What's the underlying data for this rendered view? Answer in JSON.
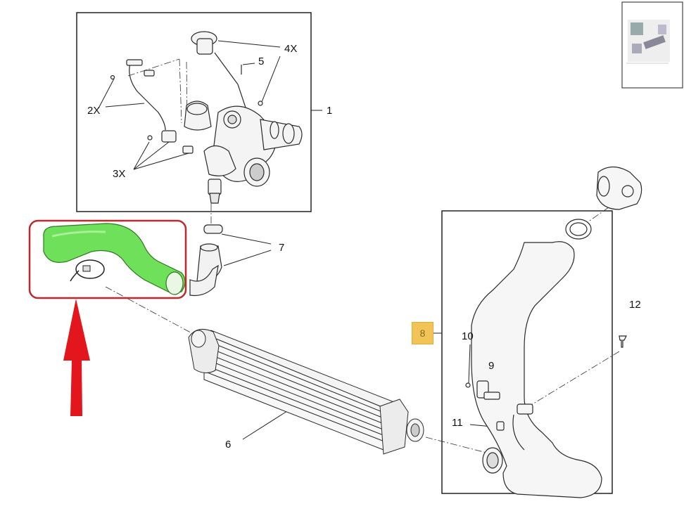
{
  "diagram": {
    "callouts": {
      "c1": "1",
      "c2x": "2X",
      "c3x": "3X",
      "c4x": "4X",
      "c5": "5",
      "c6": "6",
      "c7": "7",
      "c8": "8",
      "c9": "9",
      "c10": "10",
      "c11": "11",
      "c12": "12"
    },
    "colors": {
      "highlight_hose": "#6fe05a",
      "highlight_box": "#c1272d",
      "arrow": "#e3161d",
      "badge": "#f0c456"
    }
  }
}
